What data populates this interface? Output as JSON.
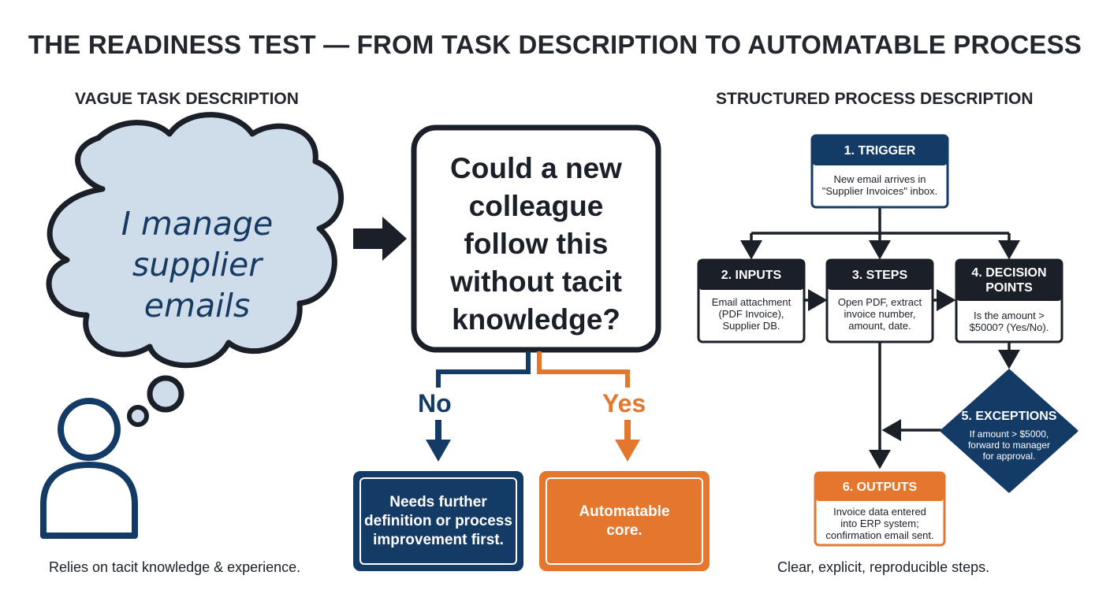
{
  "title": "THE READINESS TEST — FROM TASK DESCRIPTION TO AUTOMATABLE PROCESS",
  "left": {
    "heading": "VAGUE TASK DESCRIPTION",
    "thought": "I manage\nsupplier\nemails",
    "caption": "Relies on tacit knowledge & experience."
  },
  "center": {
    "question": "Could a new\ncolleague\nfollow this\nwithout tacit\nknowledge?",
    "no_label": "No",
    "yes_label": "Yes",
    "no_outcome": "Needs further\ndefinition or process\nimprovement first.",
    "yes_outcome": "Automatable\ncore."
  },
  "right": {
    "heading": "STRUCTURED PROCESS DESCRIPTION",
    "caption": "Clear, explicit, reproducible steps.",
    "trigger": {
      "title": "1. TRIGGER",
      "body": "New email arrives in\n\"Supplier Invoices\" inbox."
    },
    "inputs": {
      "title": "2. INPUTS",
      "body": "Email attachment\n(PDF Invoice),\nSupplier DB."
    },
    "steps": {
      "title": "3. STEPS",
      "body": "Open PDF, extract\ninvoice number,\namount, date."
    },
    "decisions": {
      "title": "4. DECISION\nPOINTS",
      "body": "Is the amount >\n$5000? (Yes/No)."
    },
    "exceptions": {
      "title": "5. EXCEPTIONS",
      "body": "If amount > $5000,\nforward to manager\nfor approval."
    },
    "outputs": {
      "title": "6. OUTPUTS",
      "body": "Invoice data entered\ninto ERP system;\nconfirmation email sent."
    }
  },
  "colors": {
    "navy": "#143a66",
    "orange": "#e4762d",
    "cloud": "#cfdcea",
    "dark": "#1b1f27"
  },
  "icons": [
    "thought-cloud-icon",
    "person-icon",
    "arrow-right-icon",
    "arrow-down-icon"
  ]
}
